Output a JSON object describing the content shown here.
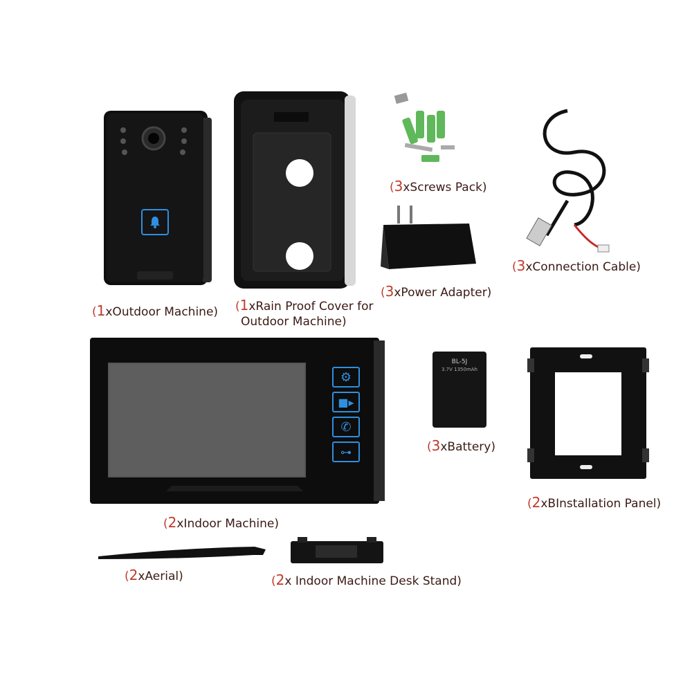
{
  "labels": {
    "outdoor": {
      "num": "1",
      "rest": "xOutdoor Machine)"
    },
    "rain_cover_1": {
      "num": "1",
      "rest": "xRain Proof Cover for"
    },
    "rain_cover_2": "Outdoor Machine)",
    "screws": {
      "num": "3",
      "rest": "xScrews Pack)"
    },
    "adapter": {
      "num": "3",
      "rest": "xPower Adapter)"
    },
    "cable": {
      "num": "3",
      "rest": "xConnection Cable)"
    },
    "indoor": {
      "num": "2",
      "rest": "xIndoor Machine)"
    },
    "battery": {
      "num": "3",
      "rest": "xBattery)"
    },
    "panel": {
      "num": "2",
      "rest": "xBInstallation Panel)"
    },
    "aerial": {
      "num": "2",
      "rest": "xAerial)"
    },
    "stand": {
      "num": "2",
      "rest": "x Indoor Machine Desk Stand)"
    }
  },
  "battery_text": {
    "model": "BL-5J",
    "spec": "3.7V 1350mAh"
  },
  "colors": {
    "accent_red": "#c0392b",
    "device_black": "#0d0d0d",
    "icon_blue": "#2f8fe0",
    "screw_green": "#5fb85a"
  },
  "icons": [
    "bell-icon",
    "gear-icon",
    "camera-icon",
    "phone-icon",
    "key-icon"
  ]
}
